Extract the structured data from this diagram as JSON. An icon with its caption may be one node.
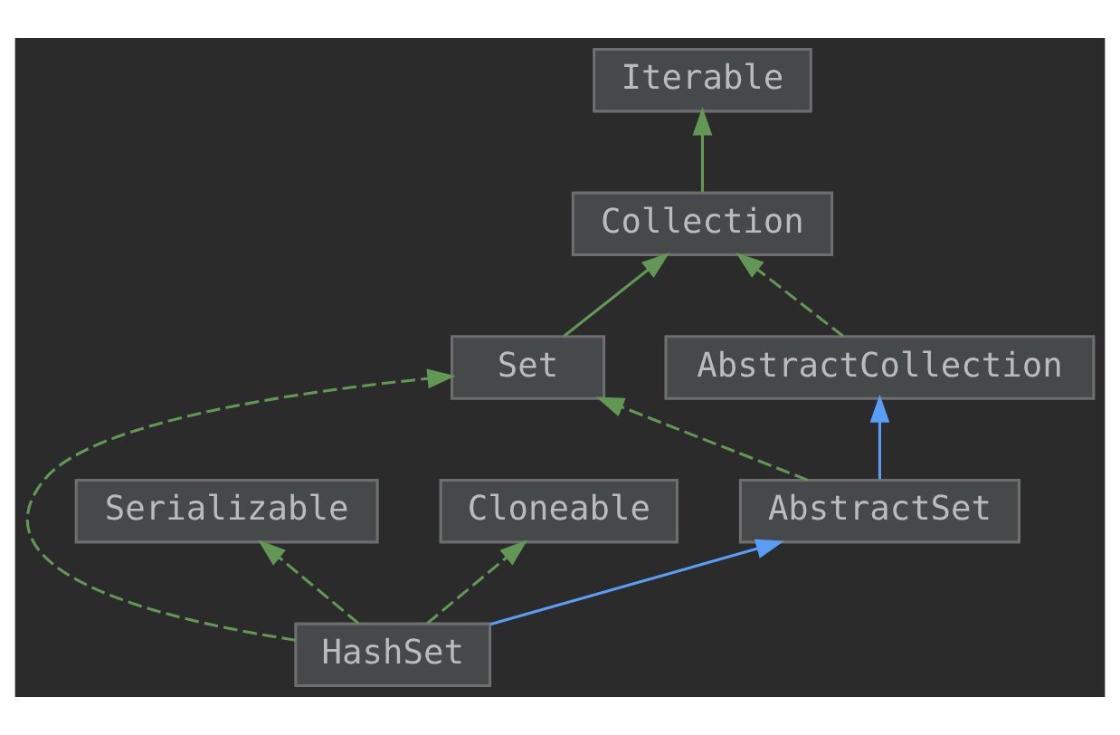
{
  "diagram": {
    "nodes": [
      {
        "text": [
          "Iterable"
        ]
      },
      {
        "text": [
          "Collection"
        ]
      },
      {
        "text": [
          "AbstractCollection"
        ]
      },
      {
        "text": [
          "Set"
        ]
      },
      {
        "text": [
          "Serializable"
        ]
      },
      {
        "text": [
          "Cloneable"
        ]
      },
      {
        "text": [
          "AbstractSet"
        ]
      },
      {
        "text": [
          "HashSet"
        ]
      }
    ],
    "edges": [
      {
        "from": 1,
        "to": 0,
        "arrow": "to"
      },
      {
        "from": 2,
        "to": 1,
        "arrow": "to",
        "style": "dashed"
      },
      {
        "from": 3,
        "to": 1,
        "arrow": "to"
      },
      {
        "from": 6,
        "to": 2,
        "arrow": "to",
        "color": "#589df6"
      },
      {
        "from": 6,
        "to": 3,
        "arrow": "to",
        "style": "dashed"
      },
      {
        "from": 7,
        "to": 4,
        "arrow": "to",
        "style": "dashed"
      },
      {
        "from": 7,
        "to": 5,
        "arrow": "to",
        "style": "dashed"
      },
      {
        "from": 7,
        "to": 6,
        "arrow": "to",
        "color": "#589df6"
      },
      {
        "from": 7,
        "to": 3,
        "arrow": "to",
        "style": "dashed"
      }
    ]
  }
}
